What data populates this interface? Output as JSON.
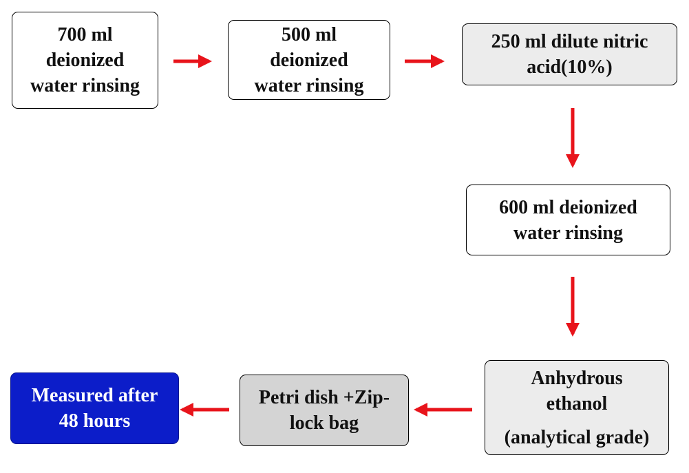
{
  "steps": [
    {
      "lines": [
        "700 ml",
        "deionized",
        "water rinsing"
      ]
    },
    {
      "lines": [
        "500 ml",
        "deionized",
        "water rinsing"
      ]
    },
    {
      "lines": [
        "250 ml dilute nitric",
        "acid(10%)"
      ]
    },
    {
      "lines": [
        "600 ml deionized",
        "water rinsing"
      ]
    },
    {
      "lines": [
        "Anhydrous",
        "ethanol",
        "(analytical grade)"
      ]
    },
    {
      "lines": [
        "Petri dish +Zip-",
        "lock bag"
      ]
    },
    {
      "lines": [
        "Measured after",
        "48 hours"
      ]
    }
  ],
  "colors": {
    "arrow": "#e8141b",
    "box_border": "#000000",
    "final_box_fill": "#0c1dc9",
    "acid_box_fill": "#ececec",
    "ethanol_box_fill": "#ececec",
    "petri_box_fill": "#d4d4d4"
  }
}
